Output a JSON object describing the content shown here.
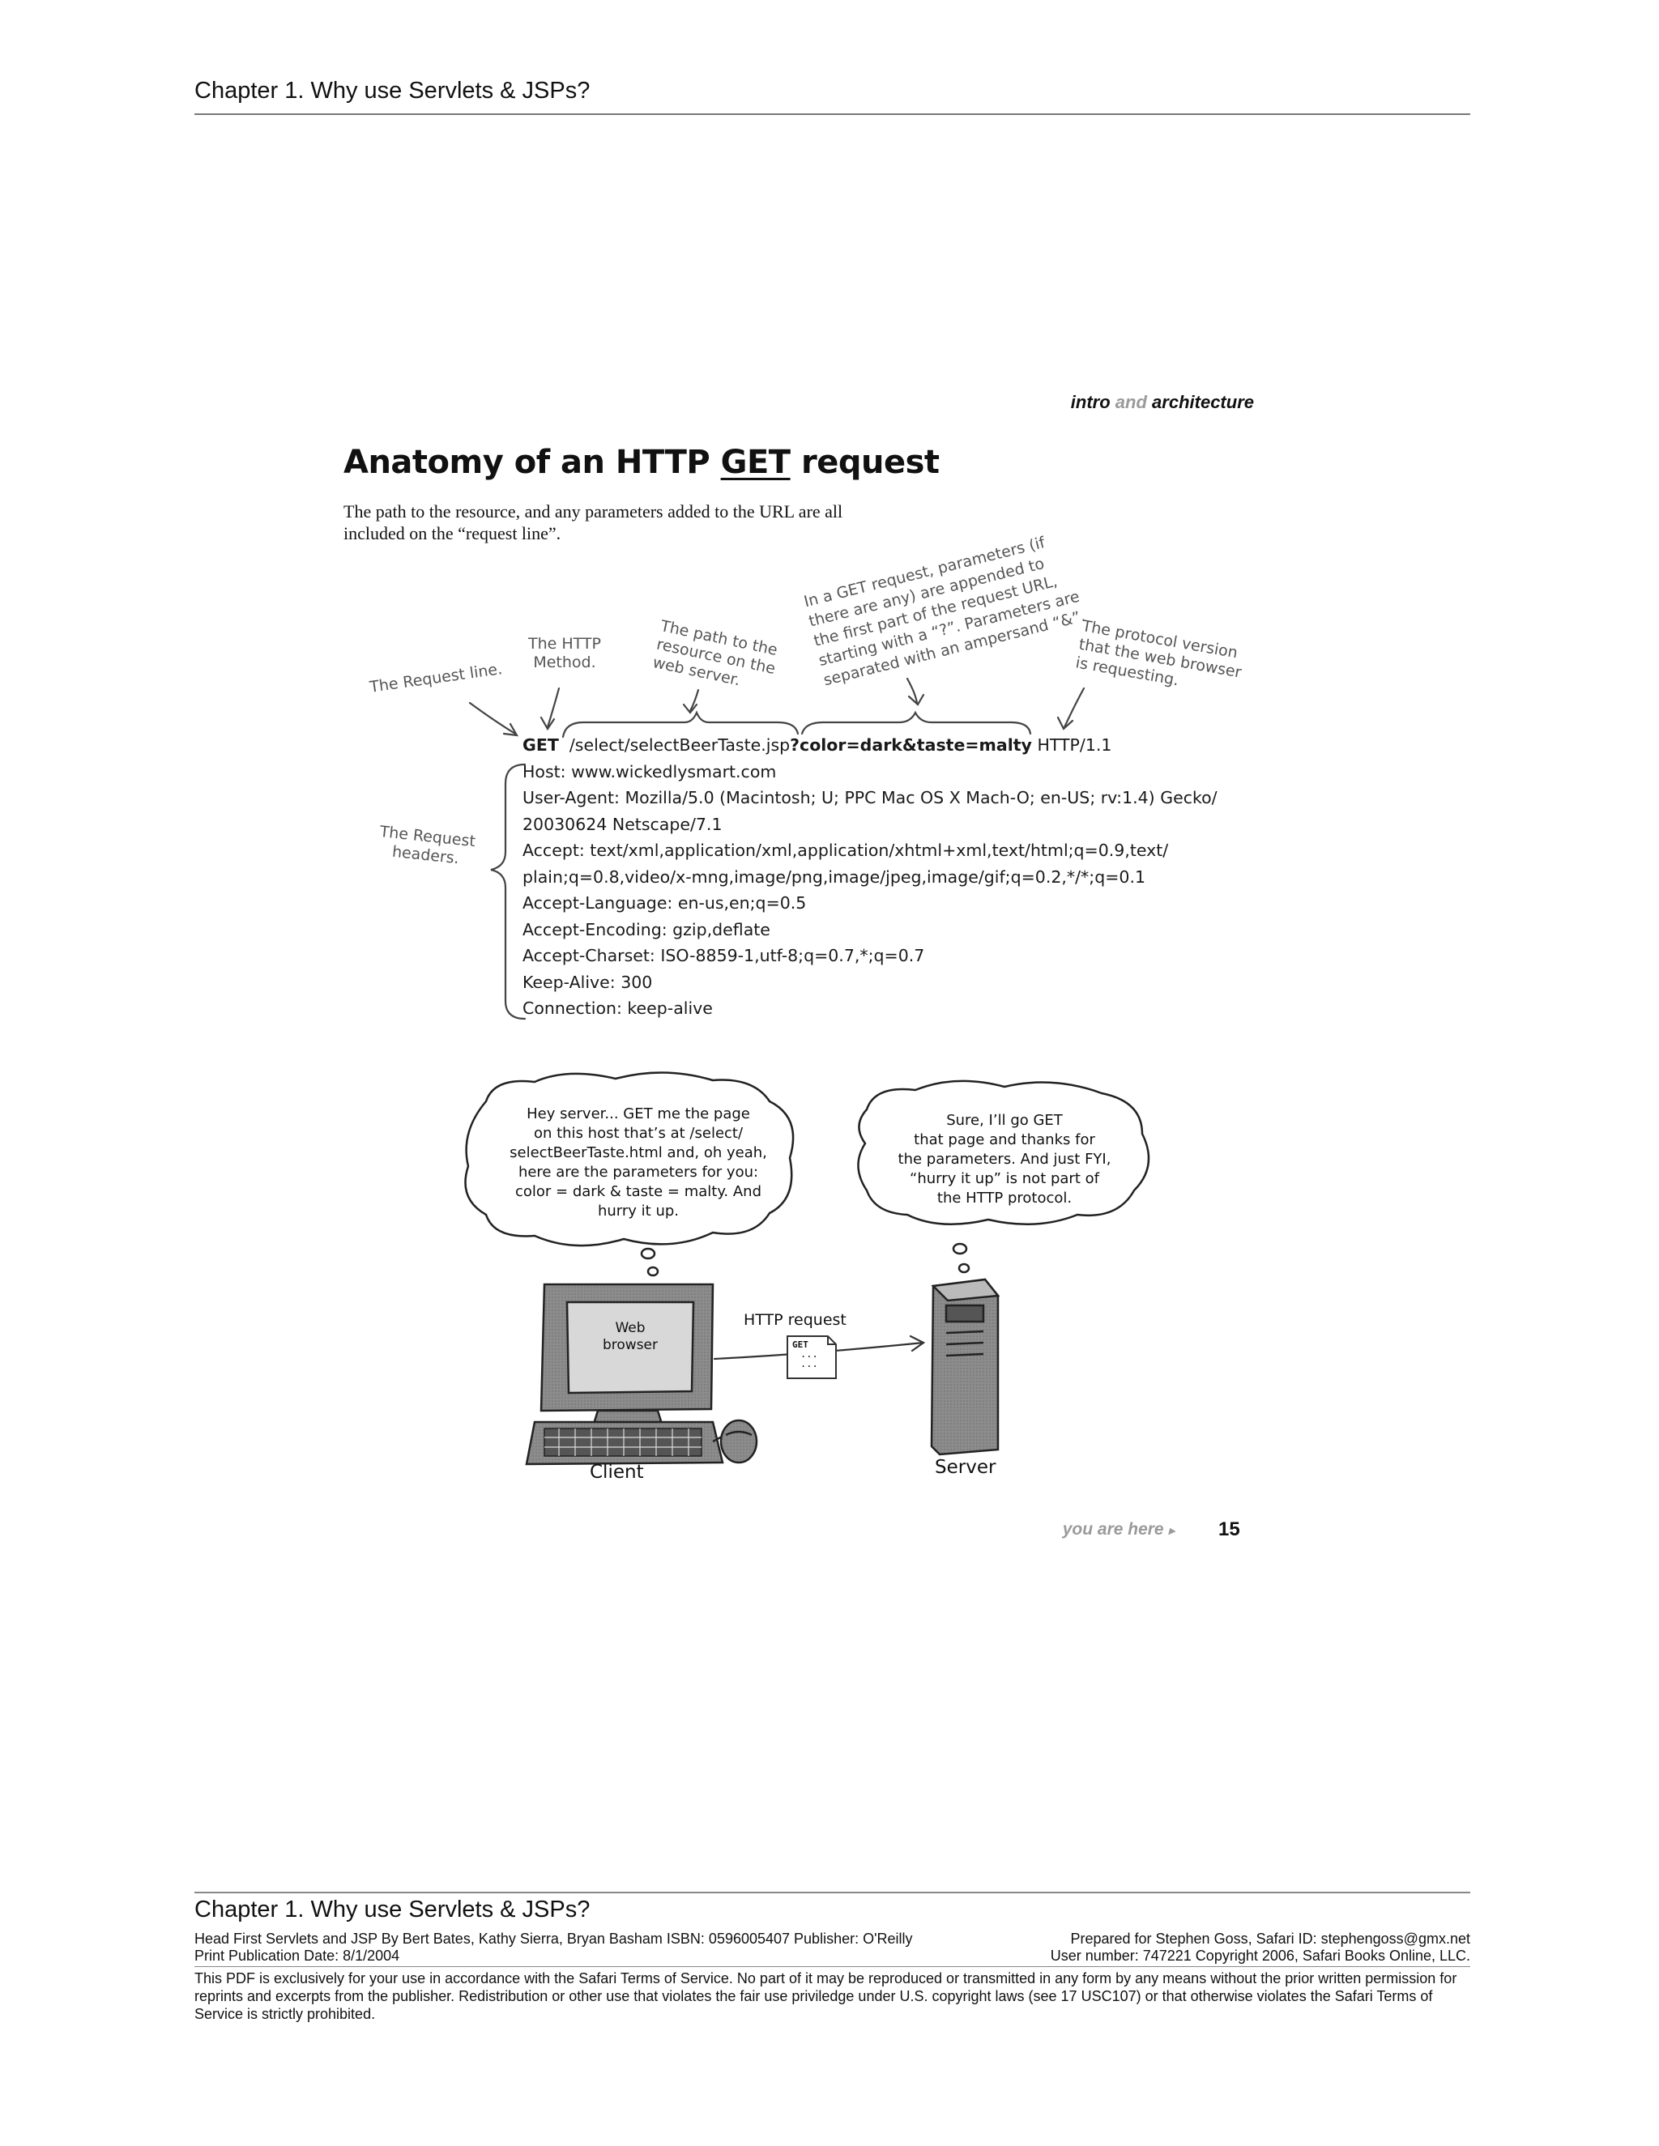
{
  "header": {
    "chapter": "Chapter 1. Why use Servlets & JSPs?"
  },
  "folio": {
    "part1": "intro",
    "part2": "and",
    "part3": "architecture"
  },
  "title": {
    "before": "Anatomy of an HTTP ",
    "get": "GET",
    "after": " request"
  },
  "subtitle": "The path to the resource, and any parameters added to the URL are all included on the “request line”.",
  "annotations": {
    "request_line": "The Request line.",
    "method": [
      "The HTTP",
      "Method."
    ],
    "path": [
      "The path to the",
      "resource on the",
      "web server."
    ],
    "params": [
      "In a GET request, parameters (if",
      "there are any) are appended to",
      "the first part of the request URL,",
      "starting with a “?”. Parameters are",
      "separated with an ampersand “&”."
    ],
    "protocol": [
      "The protocol version",
      "that the web browser",
      "is requesting."
    ],
    "headers": [
      "The Request",
      "headers."
    ]
  },
  "request": {
    "method": "GET",
    "path": "/select/selectBeerTaste.jsp",
    "query": "?color=dark&taste=malty",
    "version": "HTTP/1.1",
    "headers": [
      "Host: www.wickedlysmart.com",
      "User-Agent: Mozilla/5.0 (Macintosh; U; PPC Mac OS X Mach-O; en-US; rv:1.4) Gecko/",
      "20030624 Netscape/7.1",
      "Accept: text/xml,application/xml,application/xhtml+xml,text/html;q=0.9,text/",
      "plain;q=0.8,video/x-mng,image/png,image/jpeg,image/gif;q=0.2,*/*;q=0.1",
      "Accept-Language: en-us,en;q=0.5",
      "Accept-Encoding: gzip,deflate",
      "Accept-Charset: ISO-8859-1,utf-8;q=0.7,*;q=0.7",
      "Keep-Alive: 300",
      "Connection: keep-alive"
    ]
  },
  "bubbles": {
    "client": [
      "Hey server... GET me the page",
      "on this host that’s at /select/",
      "selectBeerTaste.html and, oh yeah,",
      "here are the parameters for you:",
      "color = dark & taste = malty. And",
      "hurry it up."
    ],
    "server": [
      "Sure, I’ll go GET",
      "that page and thanks for",
      "the parameters. And just FYI,",
      "“hurry it up” is not part of",
      "the HTTP protocol."
    ]
  },
  "diagram": {
    "screen_label": [
      "Web",
      "browser"
    ],
    "arrow_label": "HTTP request",
    "packet_label": "GET",
    "packet_dots": "...",
    "client_label": "Client",
    "server_label": "Server"
  },
  "page_footer": {
    "you_are_here": "you are here",
    "page_number": "15"
  },
  "footer": {
    "chapter": "Chapter 1. Why use Servlets & JSPs?",
    "book": "Head First Servlets and JSP By Bert Bates, Kathy Sierra, Bryan Basham ISBN: 0596005407 Publisher: O'Reilly",
    "prepared": "Prepared for Stephen Goss, Safari ID: stephengoss@gmx.net",
    "date": "Print Publication Date: 8/1/2004",
    "user": "User number: 747221 Copyright 2006, Safari Books Online, LLC.",
    "legal": "This PDF is exclusively for your use in accordance with the Safari Terms of Service. No part of it may be reproduced or transmitted in any form by any means without the prior written permission for reprints and excerpts from the publisher. Redistribution or other use that violates the fair use priviledge under U.S. copyright laws (see 17 USC107) or that otherwise violates the Safari Terms of Service is strictly prohibited."
  }
}
